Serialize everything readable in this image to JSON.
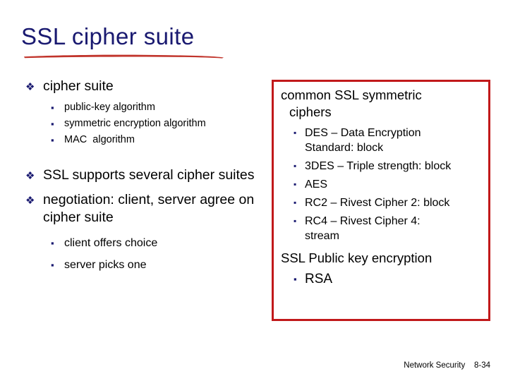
{
  "slide": {
    "title": "SSL cipher suite",
    "title_color": "#191970",
    "underline_color": "#c1342b",
    "box_border_color": "#c1191b",
    "bullet_color": "#191970",
    "diamond_bullet": "❖",
    "square_bullet": "▪"
  },
  "left": {
    "item1": {
      "text": "cipher suite",
      "subitems": [
        "public-key algorithm",
        "symmetric encryption algorithm",
        "MAC  algorithm"
      ]
    },
    "item2": {
      "text": "SSL supports several cipher suites"
    },
    "item3": {
      "text": "negotiation: client, server agree on cipher suite",
      "subitems": [
        "client offers choice",
        "server picks one"
      ]
    }
  },
  "right": {
    "heading_line1": "common SSL symmetric",
    "heading_line2": "ciphers",
    "ciphers": [
      {
        "line1": "DES – Data Encryption",
        "line2": "Standard: block"
      },
      {
        "line1": "3DES – Triple strength: block",
        "line2": ""
      },
      {
        "line1": "AES",
        "line2": ""
      },
      {
        "line1": "RC2 – Rivest Cipher 2: block",
        "line2": ""
      },
      {
        "line1": "RC4 – Rivest Cipher 4:",
        "line2": "stream"
      }
    ],
    "heading2": "SSL Public key encryption",
    "pubkey_item": "RSA"
  },
  "footer": {
    "text": "Network Security    8-34"
  }
}
